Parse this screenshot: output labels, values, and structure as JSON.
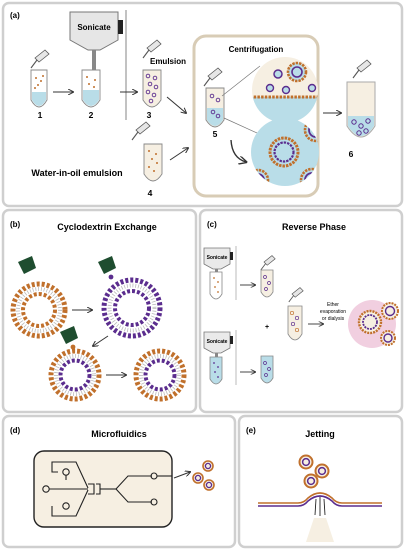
{
  "panel_a": {
    "label": "(a)",
    "sonicate": "Sonicate",
    "emulsion": "Emulsion",
    "centrifugation": "Centrifugation",
    "step1": "1",
    "step2": "2",
    "step3": "3",
    "step4": "4",
    "step5": "5",
    "step6": "6",
    "caption": "Water-in-oil emulsion"
  },
  "panel_b": {
    "label": "(b)",
    "title": "Cyclodextrin Exchange"
  },
  "panel_c": {
    "label": "(c)",
    "title": "Reverse Phase",
    "sonicate_top": "Sonicate",
    "sonicate_bottom": "Sonicate",
    "plus": "+",
    "method_line1": "Ether",
    "method_line2": "evaporation",
    "method_line3": "or dialysis"
  },
  "panel_d": {
    "label": "(d)",
    "title": "Microfluidics"
  },
  "panel_e": {
    "label": "(e)",
    "title": "Jetting"
  },
  "colors": {
    "orange": "#c0702c",
    "purple": "#5b2d8e",
    "light_blue": "#b9dde8",
    "cream": "#f6efe2",
    "dark_green": "#1e4d2f",
    "pink": "#f1cfe0",
    "panel_border": "#cfcfcf",
    "centrifuge_border": "#d8ccb6"
  }
}
